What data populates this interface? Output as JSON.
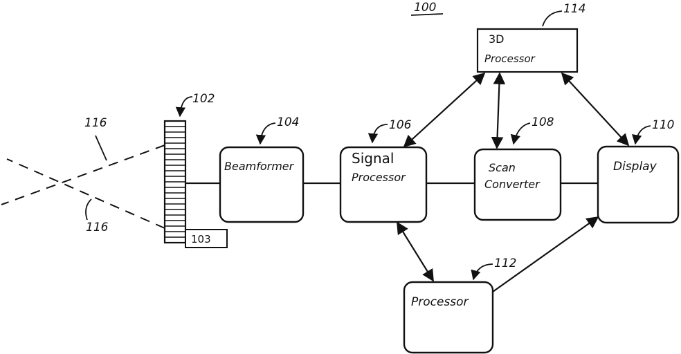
{
  "figure_ref": "100",
  "transducer": {
    "ref": "102",
    "sub_ref": "103"
  },
  "beam_refs": [
    "116",
    "116"
  ],
  "blocks": {
    "beamformer": {
      "label": "Beamformer",
      "ref": "104"
    },
    "signal_processor": {
      "label_line1": "Signal",
      "label_line2": "Processor",
      "ref": "106"
    },
    "scan_converter": {
      "label_line1": "Scan",
      "label_line2": "Converter",
      "ref": "108"
    },
    "display": {
      "label": "Display",
      "ref": "110"
    },
    "processor": {
      "label": "Processor",
      "ref": "112"
    },
    "processor_3d": {
      "label_line1": "3D",
      "label_line2": "Processor",
      "ref": "114"
    }
  }
}
